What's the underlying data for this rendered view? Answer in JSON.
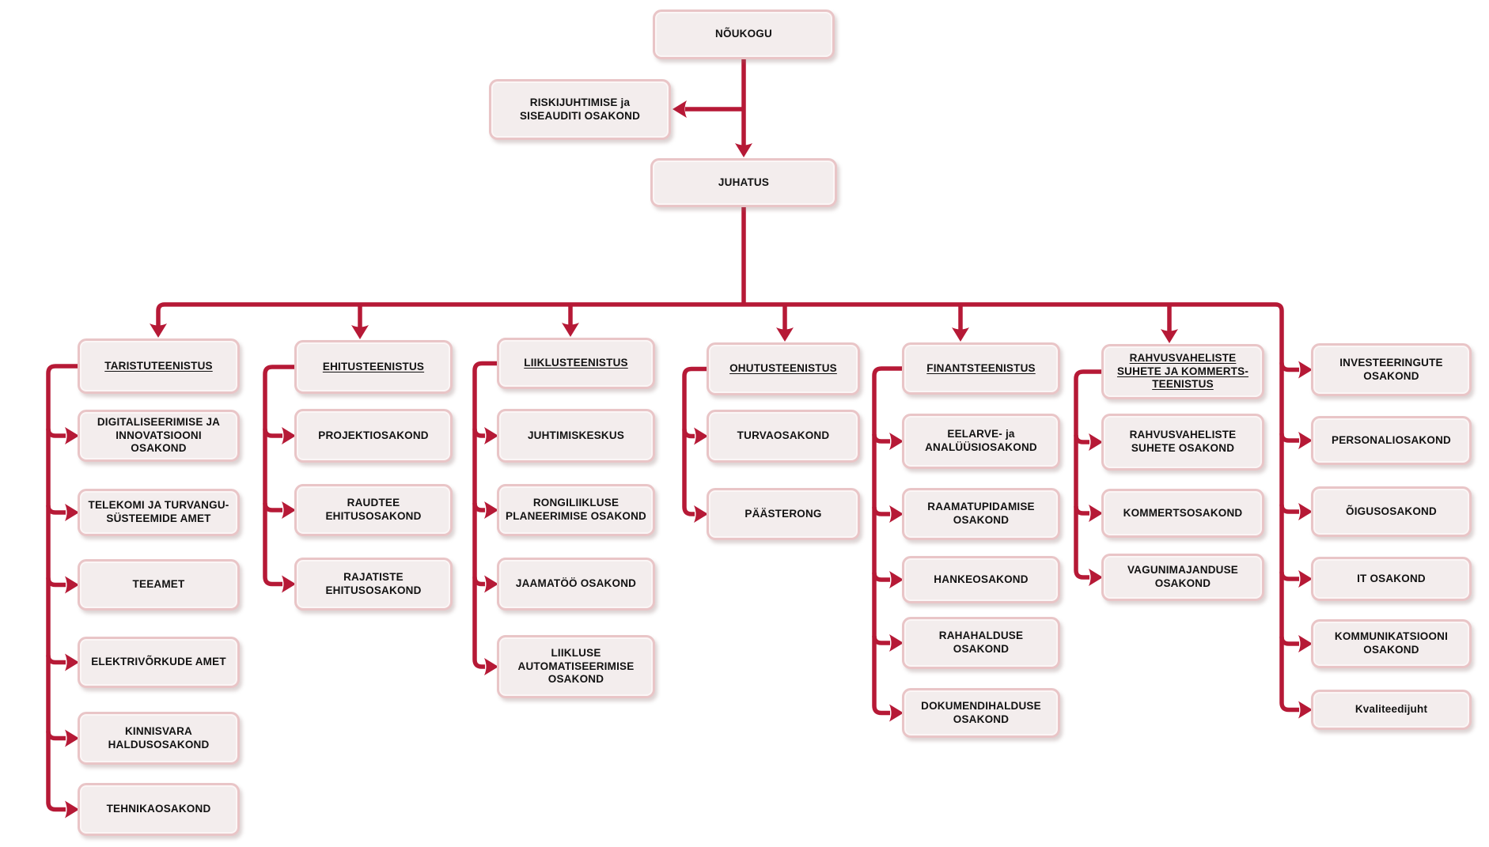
{
  "org": {
    "root": {
      "label": "NÕUKOGU"
    },
    "staff": {
      "label": "RISKIJUHTIMISE ja\nSISEAUDITI OSAKOND"
    },
    "board": {
      "label": "JUHATUS"
    },
    "columns": [
      {
        "parent": "TARISTUTEENISTUS",
        "children": [
          "DIGITALISEERIMISE JA\nINNOVATSIOONI\nOSAKOND",
          "TELEKOMI JA TURVANGU-\nSÜSTEEMIDE AMET",
          "TEEAMET",
          "ELEKTRIVÕRKUDE AMET",
          "KINNISVARA\nHALDUSOSAKOND",
          "TEHNIKAOSAKOND"
        ]
      },
      {
        "parent": "EHITUSTEENISTUS",
        "children": [
          "PROJEKTIOSAKOND",
          "RAUDTEE\nEHITUSOSAKOND",
          "RAJATISTE\nEHITUSOSAKOND"
        ]
      },
      {
        "parent": "LIIKLUSTEENISTUS",
        "children": [
          "JUHTIMISKESKUS",
          "RONGILIIKLUSE\nPLANEERIMISE OSAKOND",
          "JAAMATÖÖ OSAKOND",
          "LIIKLUSE\nAUTOMATISEERIMISE\nOSAKOND"
        ]
      },
      {
        "parent": "OHUTUSTEENISTUS",
        "children": [
          "TURVAOSAKOND",
          "PÄÄSTERONG"
        ]
      },
      {
        "parent": "FINANTSTEENISTUS",
        "children": [
          "EELARVE- ja\nANALÜÜSIOSAKOND",
          "RAAMATUPIDAMISE\nOSAKOND",
          "HANKEOSAKOND",
          "RAHAHALDUSE\nOSAKOND",
          "DOKUMENDIHALDUSE\nOSAKOND"
        ]
      },
      {
        "parent": "RAHVUSVAHELISTE\nSUHETE JA KOMMERTS-\nTEENISTUS",
        "children": [
          "RAHVUSVAHELISTE\nSUHETE OSAKOND",
          "KOMMERTSOSAKOND",
          "VAGUNIMAJANDUSE\nOSAKOND"
        ]
      },
      {
        "parent": null,
        "children": [
          "INVESTEERINGUTE\nOSAKOND",
          "PERSONALIOSAKOND",
          "ÕIGUSOSAKOND",
          "IT OSAKOND",
          "KOMMUNIKATSIOONI\nOSAKOND",
          "Kvaliteedijuht"
        ]
      }
    ],
    "colors": {
      "line": "#b61936",
      "box_fill": "#f3eded",
      "box_border": "#e9c5c7"
    }
  }
}
